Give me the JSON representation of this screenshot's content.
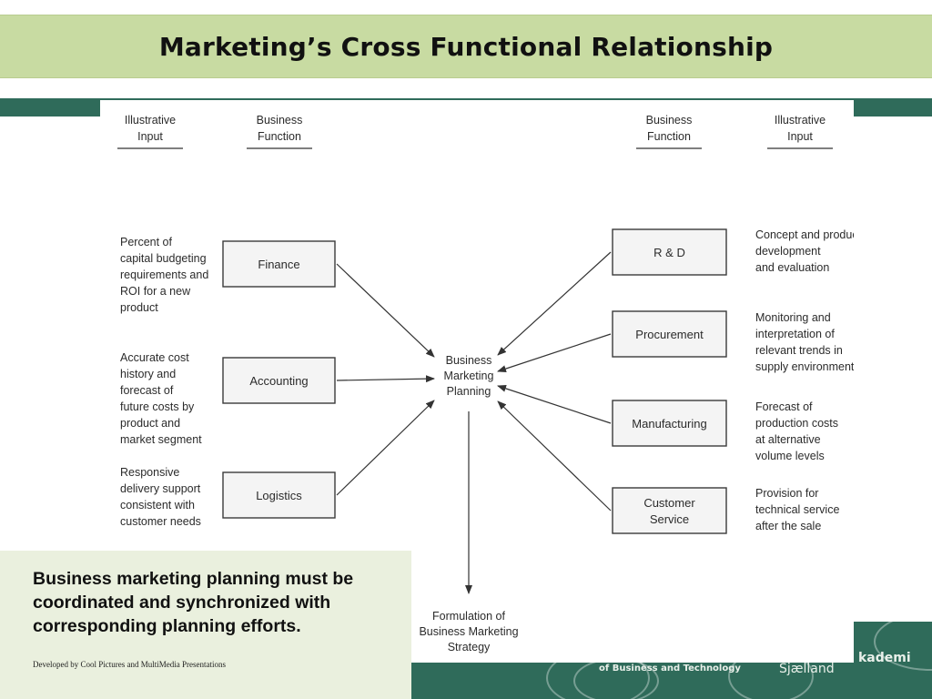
{
  "slide": {
    "title": "Marketing’s Cross Functional Relationship",
    "callout": "Business marketing planning must be coordinated and synchronized with corresponding planning efforts.",
    "credit": "Developed by Cool Pictures and MultiMedia Presentations"
  },
  "footer_logo": {
    "line1": "of Business and Technology",
    "brand_right": "Sjælland",
    "brand_far": "kademi"
  },
  "diagram": {
    "headers": {
      "left_input": [
        "Illustrative",
        "Input"
      ],
      "left_function": [
        "Business",
        "Function"
      ],
      "right_function": [
        "Business",
        "Function"
      ],
      "right_input": [
        "Illustrative",
        "Input"
      ]
    },
    "center": [
      "Business",
      "Marketing",
      "Planning"
    ],
    "output": [
      "Formulation of",
      "Business Marketing",
      "Strategy"
    ],
    "left_functions": [
      {
        "label": [
          "Finance"
        ],
        "input": [
          "Percent of",
          "capital budgeting",
          "requirements and",
          "ROI for a new",
          "product"
        ]
      },
      {
        "label": [
          "Accounting"
        ],
        "input": [
          "Accurate cost",
          "history and",
          "forecast of",
          "future costs by",
          "product and",
          "market segment"
        ]
      },
      {
        "label": [
          "Logistics"
        ],
        "input": [
          "Responsive",
          "delivery support",
          "consistent with",
          "customer needs"
        ]
      }
    ],
    "right_functions": [
      {
        "label": [
          "R & D"
        ],
        "input": [
          "Concept and product",
          "development",
          "and evaluation"
        ]
      },
      {
        "label": [
          "Procurement"
        ],
        "input": [
          "Monitoring and",
          "interpretation of",
          "relevant trends in",
          "supply environment"
        ]
      },
      {
        "label": [
          "Manufacturing"
        ],
        "input": [
          "Forecast of",
          "production costs",
          "at alternative",
          "volume levels"
        ]
      },
      {
        "label": [
          "Customer",
          "Service"
        ],
        "input": [
          "Provision for",
          "technical service",
          "after the sale"
        ]
      }
    ]
  }
}
